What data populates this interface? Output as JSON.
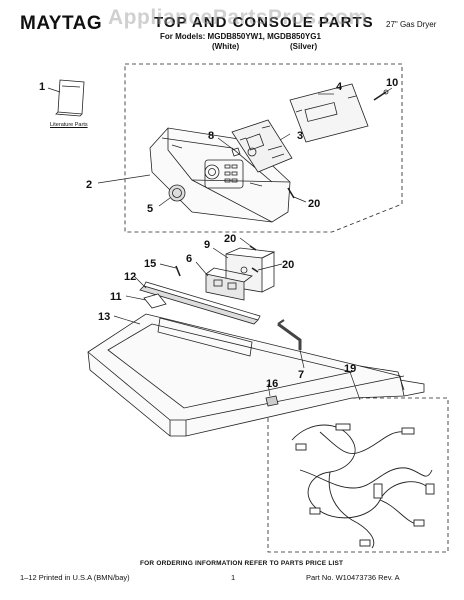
{
  "header": {
    "brand": "MAYTAG",
    "title": "TOP AND CONSOLE PARTS",
    "watermark": "AppliancePartsPros.com",
    "models": "For Models: MGDB850YW1, MGDB850YG1",
    "finish_white": "(White)",
    "finish_silver": "(Silver)",
    "product": "27\" Gas Dryer"
  },
  "diagram": {
    "literature_label": "Literature Parts",
    "callouts": {
      "c1": "1",
      "c2": "2",
      "c3": "3",
      "c4": "4",
      "c5": "5",
      "c6": "6",
      "c7": "7",
      "c8": "8",
      "c9": "9",
      "c10": "10",
      "c11": "11",
      "c12": "12",
      "c13": "13",
      "c15": "15",
      "c16": "16",
      "c19": "19",
      "c20a": "20",
      "c20b": "20",
      "c20c": "20"
    }
  },
  "footer": {
    "note": "FOR ORDERING INFORMATION REFER TO PARTS PRICE LIST",
    "left": "1–12  Printed in U.S.A (BMN/bay)",
    "page": "1",
    "part_no": "Part No. W10473736 Rev. A"
  }
}
